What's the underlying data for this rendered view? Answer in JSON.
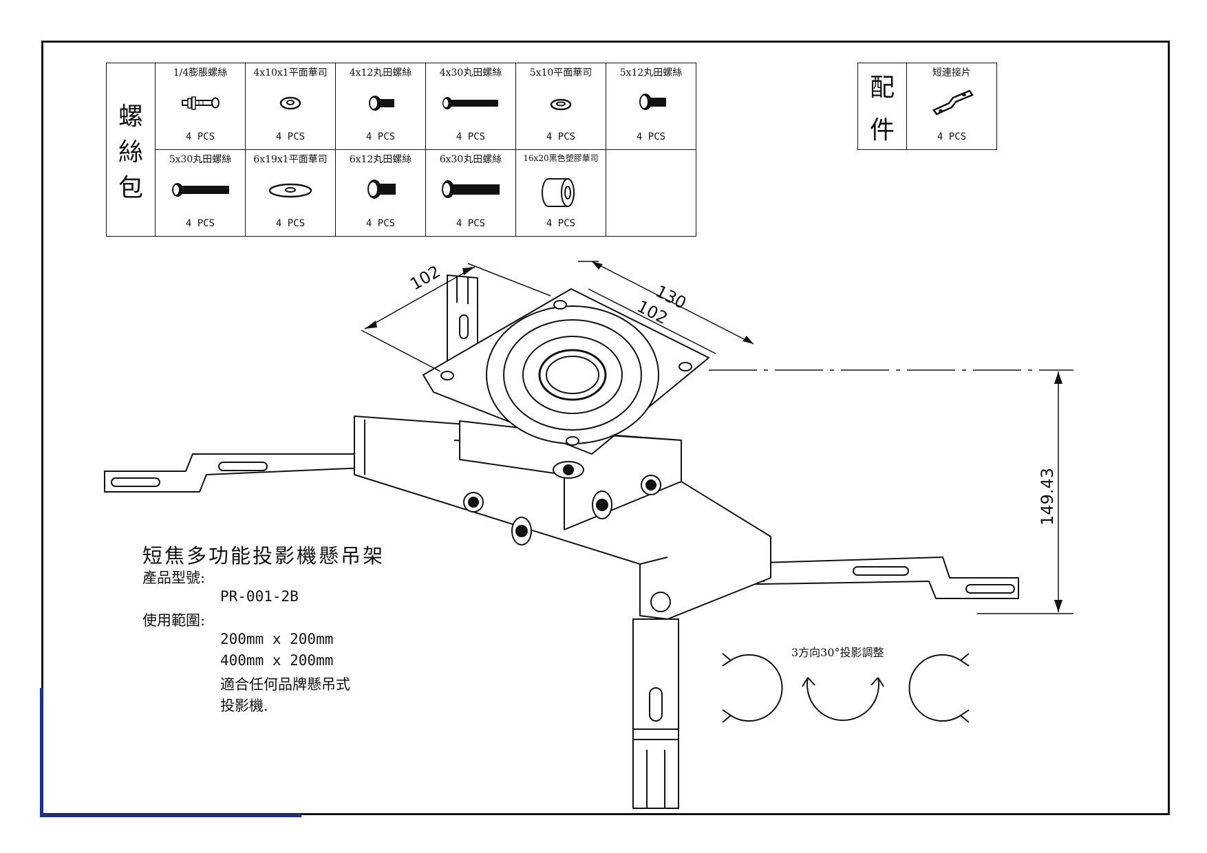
{
  "screw_pack": {
    "title_chars": [
      "螺",
      "絲",
      "包"
    ],
    "items": [
      {
        "label": "1/4膨脹螺絲",
        "qty": "4 PCS",
        "icon": "expansion-bolt-icon"
      },
      {
        "label": "4x10x1平面華司",
        "qty": "4 PCS",
        "icon": "flat-washer-icon"
      },
      {
        "label": "4x12丸田螺絲",
        "qty": "4 PCS",
        "icon": "short-screw-icon"
      },
      {
        "label": "4x30丸田螺絲",
        "qty": "4 PCS",
        "icon": "long-screw-icon"
      },
      {
        "label": "5x10平面華司",
        "qty": "4 PCS",
        "icon": "flat-washer-icon"
      },
      {
        "label": "5x12丸田螺絲",
        "qty": "4 PCS",
        "icon": "short-screw-icon"
      },
      {
        "label": "5x30丸田螺絲",
        "qty": "4 PCS",
        "icon": "long-screw-icon"
      },
      {
        "label": "6x19x1平面華司",
        "qty": "4 PCS",
        "icon": "large-washer-icon"
      },
      {
        "label": "6x12丸田螺絲",
        "qty": "4 PCS",
        "icon": "short-screw-icon"
      },
      {
        "label": "6x30丸田螺絲",
        "qty": "4 PCS",
        "icon": "long-screw-icon"
      },
      {
        "label": "16x20黑色塑膠華司",
        "qty": "4 PCS",
        "icon": "plastic-spacer-icon"
      }
    ]
  },
  "accessories": {
    "title_chars": [
      "配",
      "件"
    ],
    "items": [
      {
        "label": "短連接片",
        "qty": "4 PCS",
        "icon": "connector-plate-icon"
      }
    ]
  },
  "product": {
    "title": "短焦多功能投影機懸吊架",
    "model_label": "產品型號:",
    "model_value": "PR-001-2B",
    "range_label": "使用範圍:",
    "range_lines": [
      "200mm x 200mm",
      "400mm x 200mm",
      "適合任何品牌懸吊式",
      "投影機."
    ]
  },
  "dimensions": {
    "plate_width_left": "102",
    "plate_outer": "130",
    "plate_width_right": "102",
    "height": "149.43"
  },
  "rotation": {
    "caption": "3方向30°投影調整"
  }
}
